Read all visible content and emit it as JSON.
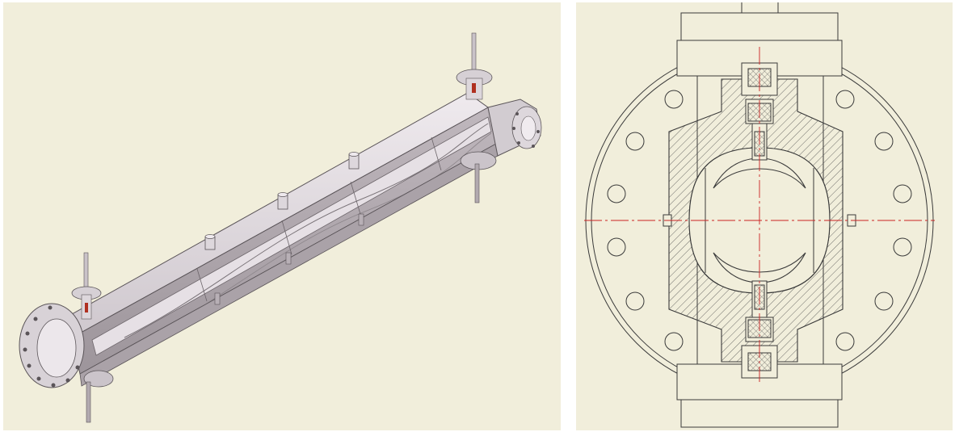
{
  "figure": {
    "left_panel": {
      "view": "isometric-3d-model",
      "subject": "beam-line-assembly",
      "colors": {
        "background": "#f1eedb",
        "body": "#d7d1d6",
        "edge": "#5a5458",
        "detail": "#b03020"
      }
    },
    "right_panel": {
      "view": "cross-section-drawing",
      "colors": {
        "background": "#f1eedb",
        "line": "#3a3a3a",
        "centerline": "#cc2222"
      }
    }
  }
}
